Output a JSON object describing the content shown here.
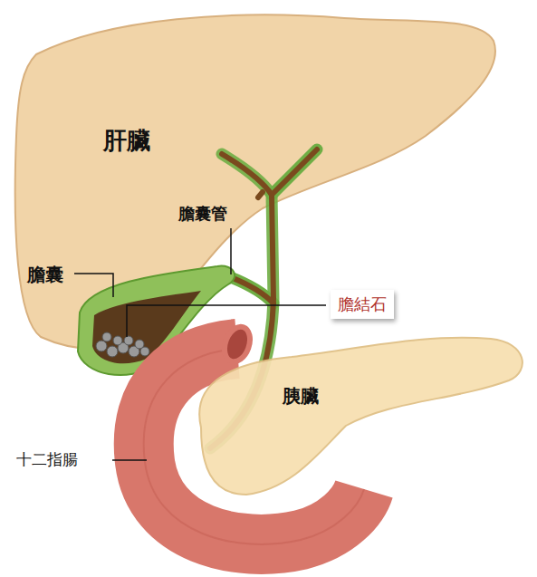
{
  "diagram": {
    "nodes": [
      {
        "text": [
          "膽結石"
        ]
      }
    ],
    "edges": [],
    "labels": [
      "肝臟",
      "膽囊管",
      "膽囊",
      "胰臟",
      "十二指腸"
    ]
  }
}
